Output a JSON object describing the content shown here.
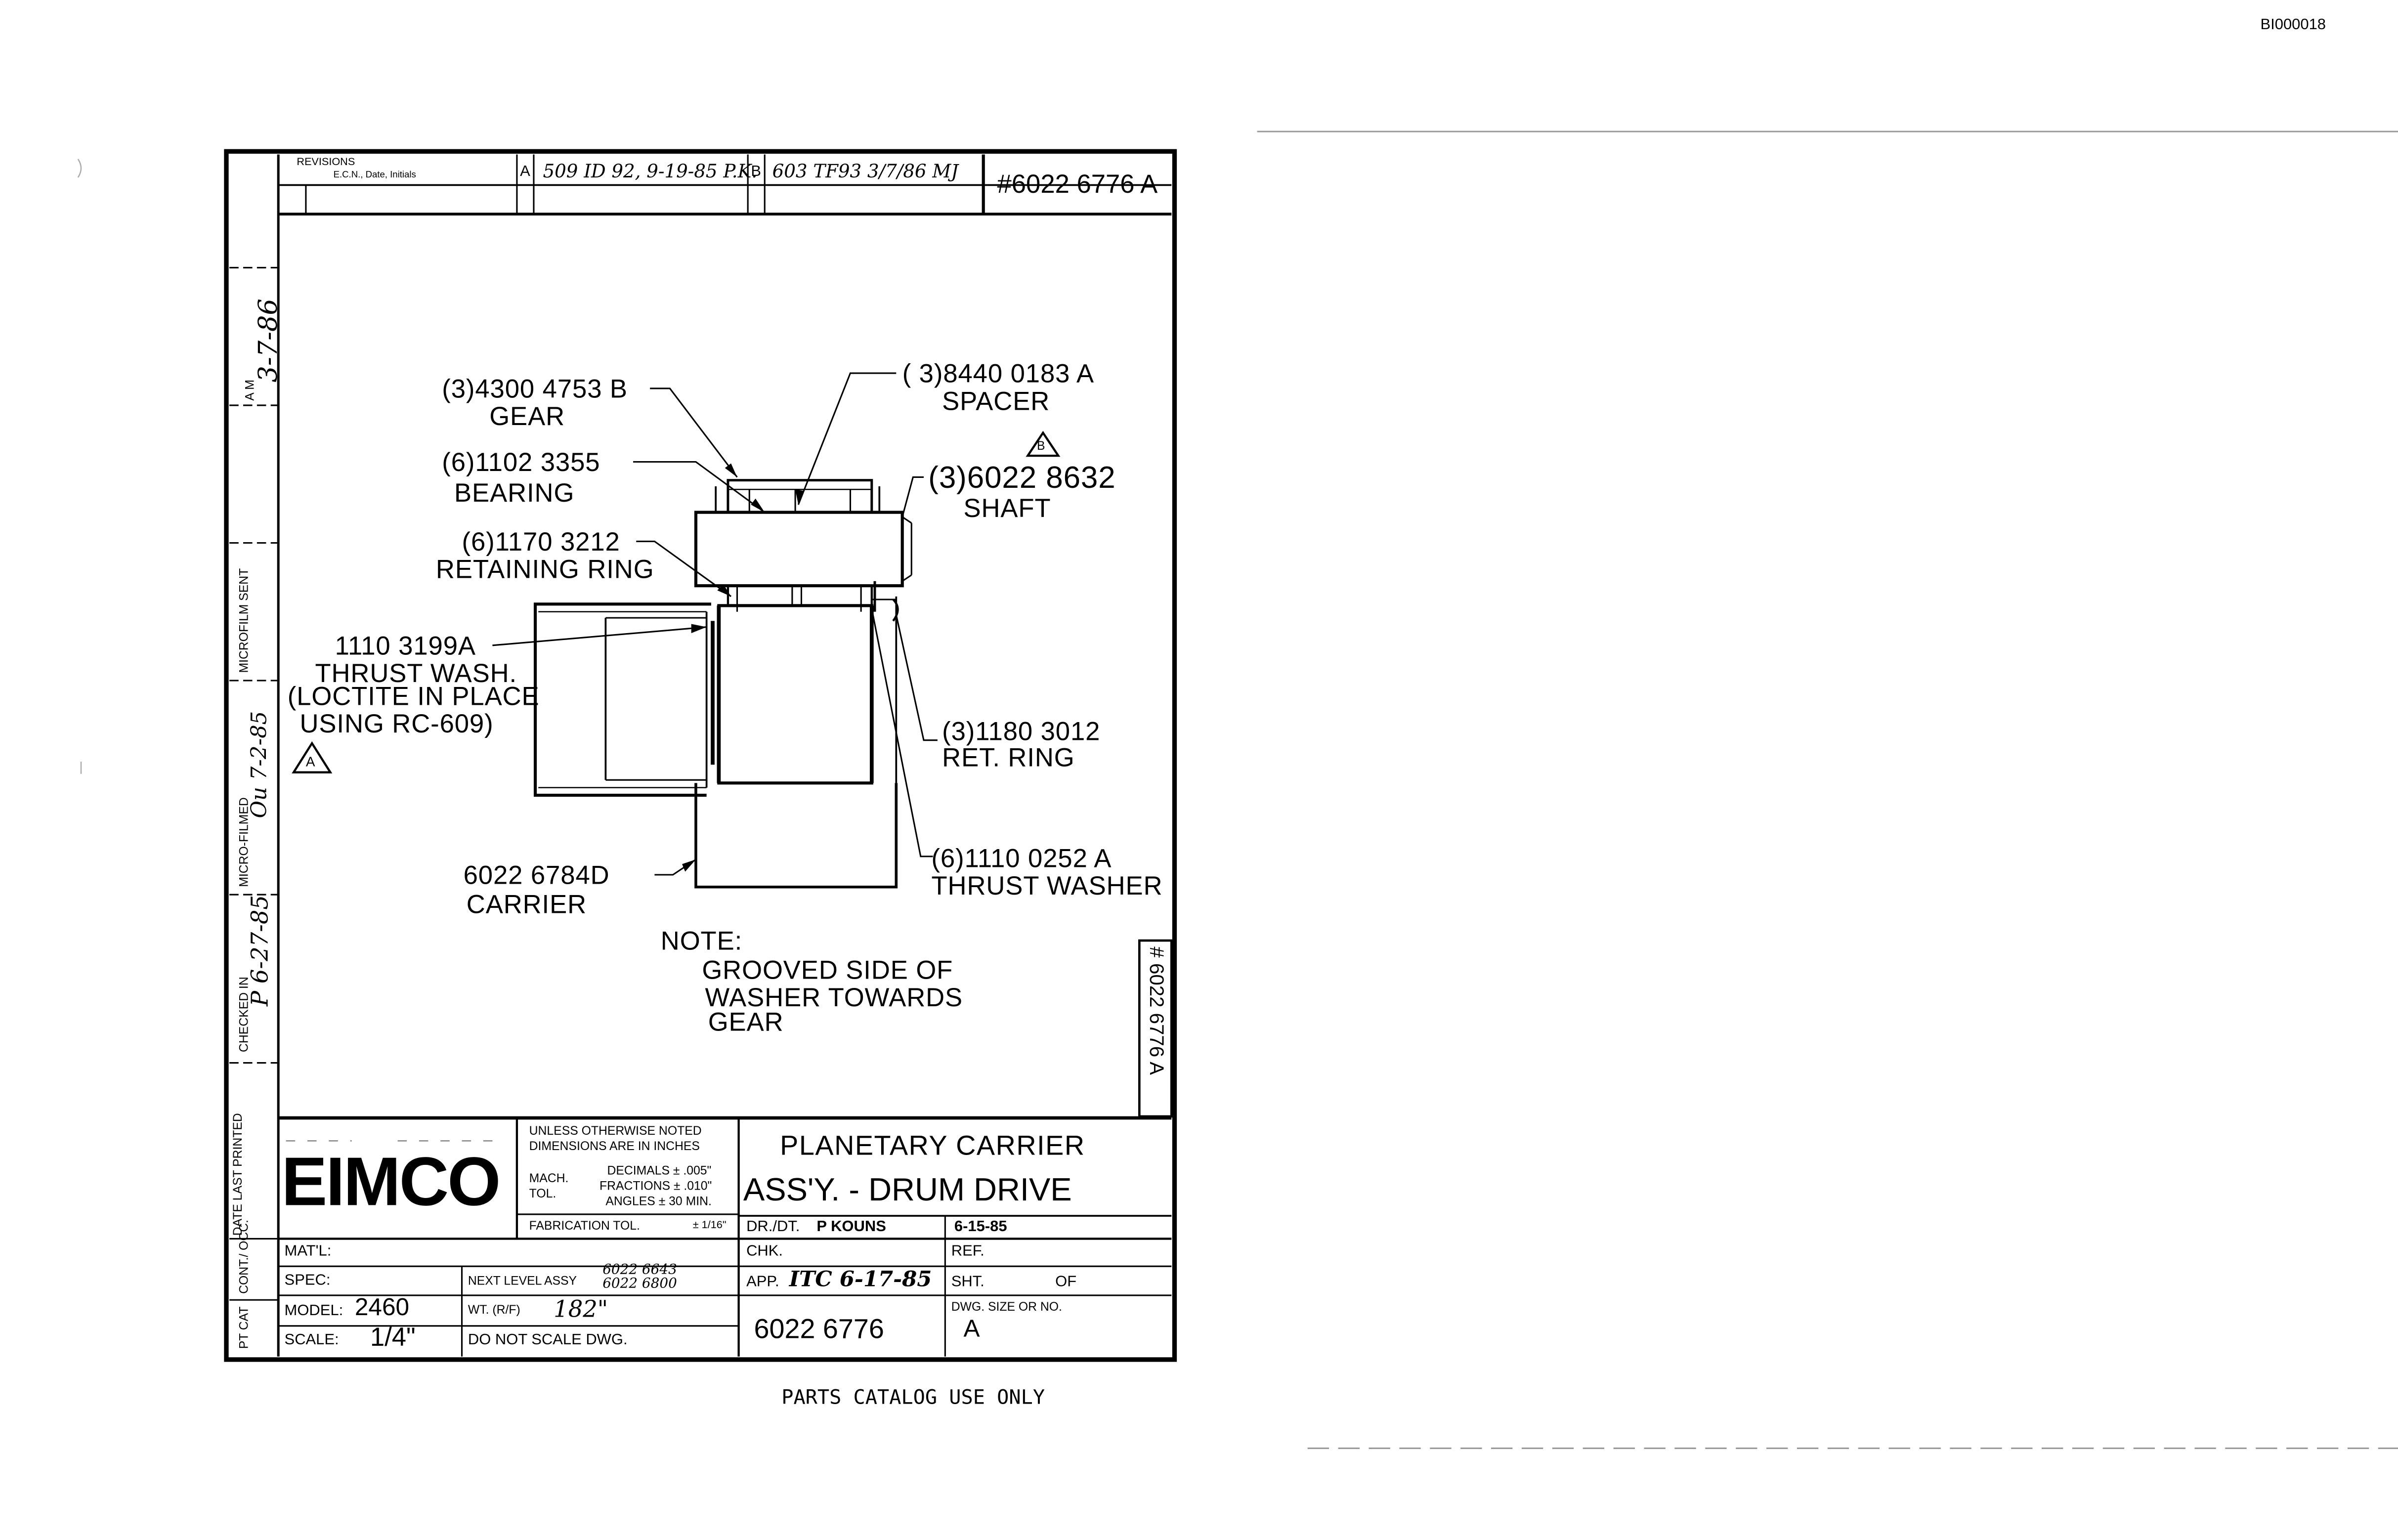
{
  "doc_code": "BI000018",
  "footer": "PARTS CATALOG USE ONLY",
  "revisions": {
    "label": "REVISIONS",
    "sublabel": "E.C.N., Date, Initials",
    "entries": [
      {
        "letter": "A",
        "text": "509 ID 92, 9-19-85 P.K."
      },
      {
        "letter": "B",
        "text": "603 TF93 3/7/86 MJ"
      }
    ],
    "drawing_no": "#6022 6776 A"
  },
  "side_drawing_no": "# 6022 6776 A",
  "margin": {
    "am_label": "A M",
    "am_value": "3-7-86",
    "microfilm_sent": "MICROFILM SENT",
    "micro_filmed": "MICRO-FILMED",
    "micro_filmed_value": "Ou 7-2-85",
    "checked_in": "CHECKED IN",
    "checked_in_value": "P 6-27-85",
    "date_last_printed": "DATE LAST PRINTED",
    "cont_occ": "CONT./ OCC.",
    "pt_cat": "PT CAT"
  },
  "callouts": {
    "gear": {
      "part": "(3)4300 4753 B",
      "name": "GEAR"
    },
    "spacer": {
      "part": "( 3)8440 0183 A",
      "name": "SPACER"
    },
    "bearing": {
      "part": "(6)1102 3355",
      "name": "BEARING"
    },
    "shaft": {
      "part": "(3)6022 8632",
      "name": "SHAFT"
    },
    "retaining_ring": {
      "part": "(6)1170 3212",
      "name": "RETAINING RING"
    },
    "thrust_wash": {
      "part": "1110 3199A",
      "name": "THRUST WASH.",
      "note1": "(LOCTITE IN PLACE",
      "note2": "USING RC-609)"
    },
    "ret_ring": {
      "part": "(3)1180 3012",
      "name": "RET. RING"
    },
    "carrier": {
      "part": "6022 6784D",
      "name": "CARRIER"
    },
    "thrust_washer": {
      "part": "(6)1110 0252 A",
      "name": "THRUST WASHER"
    },
    "delta_b": "B",
    "delta_a": "A"
  },
  "note": {
    "title": "NOTE:",
    "line1": "GROOVED   SIDE OF",
    "line2": "WASHER TOWARDS",
    "line3": "GEAR"
  },
  "title_block": {
    "company": "EIMCO",
    "tolerance": {
      "line1": "UNLESS OTHERWISE NOTED",
      "line2": "DIMENSIONS ARE IN INCHES",
      "mach_tol": "MACH. TOL.",
      "decimals": "DECIMALS ± .005\"",
      "fractions": "FRACTIONS ± .010\"",
      "angles": "ANGLES ± 30 MIN.",
      "fabrication": "FABRICATION TOL.",
      "fabrication_value": "± 1/16\""
    },
    "title_line1": "PLANETARY  CARRIER",
    "title_line2": "ASS'Y. - DRUM DRIVE",
    "dr_dt_label": "DR./DT.",
    "dr_dt_value": "P KOUNS",
    "dr_date": "6-15-85",
    "matl_label": "MAT'L:",
    "chk_label": "CHK.",
    "ref_label": "REF.",
    "spec_label": "SPEC:",
    "next_level_label": "NEXT LEVEL ASSY",
    "next_level_values": [
      "6022 6643",
      "6022 6800"
    ],
    "app_label": "APP.",
    "app_value": "ITC 6-17-85",
    "sht_label": "SHT.",
    "of_label": "OF",
    "model_label": "MODEL:",
    "model_value": "2460",
    "wt_label": "WT. (R/F)",
    "wt_value": "182\"",
    "dwg_size_label": "DWG. SIZE OR NO.",
    "dwg_size_value": "A",
    "drawing_number": "6022 6776",
    "scale_label": "SCALE:",
    "scale_value": "1/4\"",
    "do_not_scale": "DO NOT SCALE DWG."
  }
}
